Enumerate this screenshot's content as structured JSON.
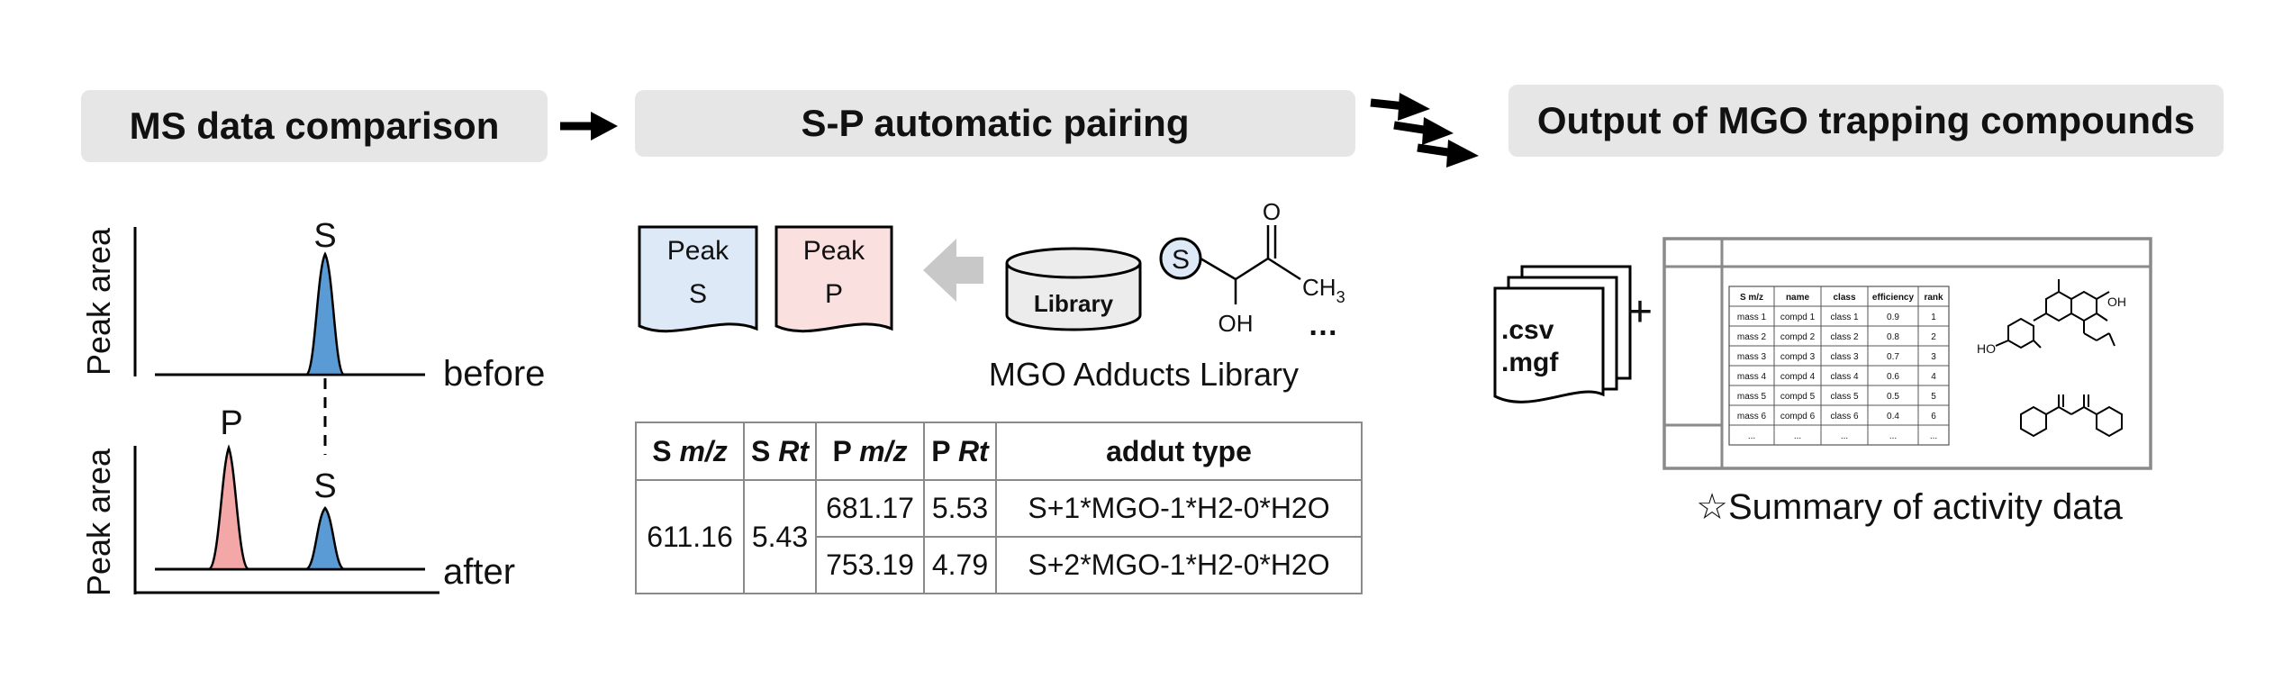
{
  "steps": {
    "step1": "MS data comparison",
    "step2": "S-P automatic pairing",
    "step3": "Output of MGO trapping compounds"
  },
  "chromatogram": {
    "ylabel": "Peak area",
    "before_label": "before",
    "after_label": "after",
    "s_label": "S",
    "p_label": "P"
  },
  "pairing": {
    "peak_word": "Peak",
    "peak_s": "S",
    "peak_p": "P",
    "library_label": "Library",
    "library_caption": "MGO Adducts Library",
    "mol_s": "S",
    "mol_o": "O",
    "mol_oh": "OH",
    "mol_ch3": "CH",
    "mol_ch3_sub": "3",
    "mol_more": "…"
  },
  "pair_table": {
    "headers": [
      {
        "a": "S ",
        "b": "m/z"
      },
      {
        "a": "S ",
        "b": "Rt"
      },
      {
        "a": "P ",
        "b": "m/z"
      },
      {
        "a": "P ",
        "b": "Rt"
      },
      {
        "a": "addut type",
        "b": ""
      }
    ],
    "s_mz": "611.16",
    "s_rt": "5.43",
    "rows": [
      {
        "p_mz": "681.17",
        "p_rt": "5.53",
        "type": "S+1*MGO-1*H2-0*H2O"
      },
      {
        "p_mz": "753.19",
        "p_rt": "4.79",
        "type": "S+2*MGO-1*H2-0*H2O"
      }
    ]
  },
  "output": {
    "file_ext1": ".csv",
    "file_ext2": ".mgf",
    "plus": "+",
    "summary_caption": "☆Summary of activity data",
    "mini_headers": [
      "S m/z",
      "name",
      "class",
      "efficiency",
      "rank"
    ],
    "mini_rows": [
      [
        "mass 1",
        "compd 1",
        "class 1",
        "0.9",
        "1"
      ],
      [
        "mass 2",
        "compd 2",
        "class 2",
        "0.8",
        "2"
      ],
      [
        "mass 3",
        "compd 3",
        "class 3",
        "0.7",
        "3"
      ],
      [
        "mass 4",
        "compd 4",
        "class 4",
        "0.6",
        "4"
      ],
      [
        "mass 5",
        "compd 5",
        "class 5",
        "0.5",
        "5"
      ],
      [
        "mass 6",
        "compd 6",
        "class 6",
        "0.4",
        "6"
      ],
      [
        "...",
        "...",
        "...",
        "...",
        "..."
      ]
    ],
    "chem_oh": "OH",
    "chem_ho": "HO"
  },
  "colors": {
    "peak_blue": "#5b9bd5",
    "peak_red": "#f4a7a7",
    "doc_blue": "#dde9f6",
    "doc_red": "#fbe0e0",
    "header_gray": "#e6e6e6"
  }
}
